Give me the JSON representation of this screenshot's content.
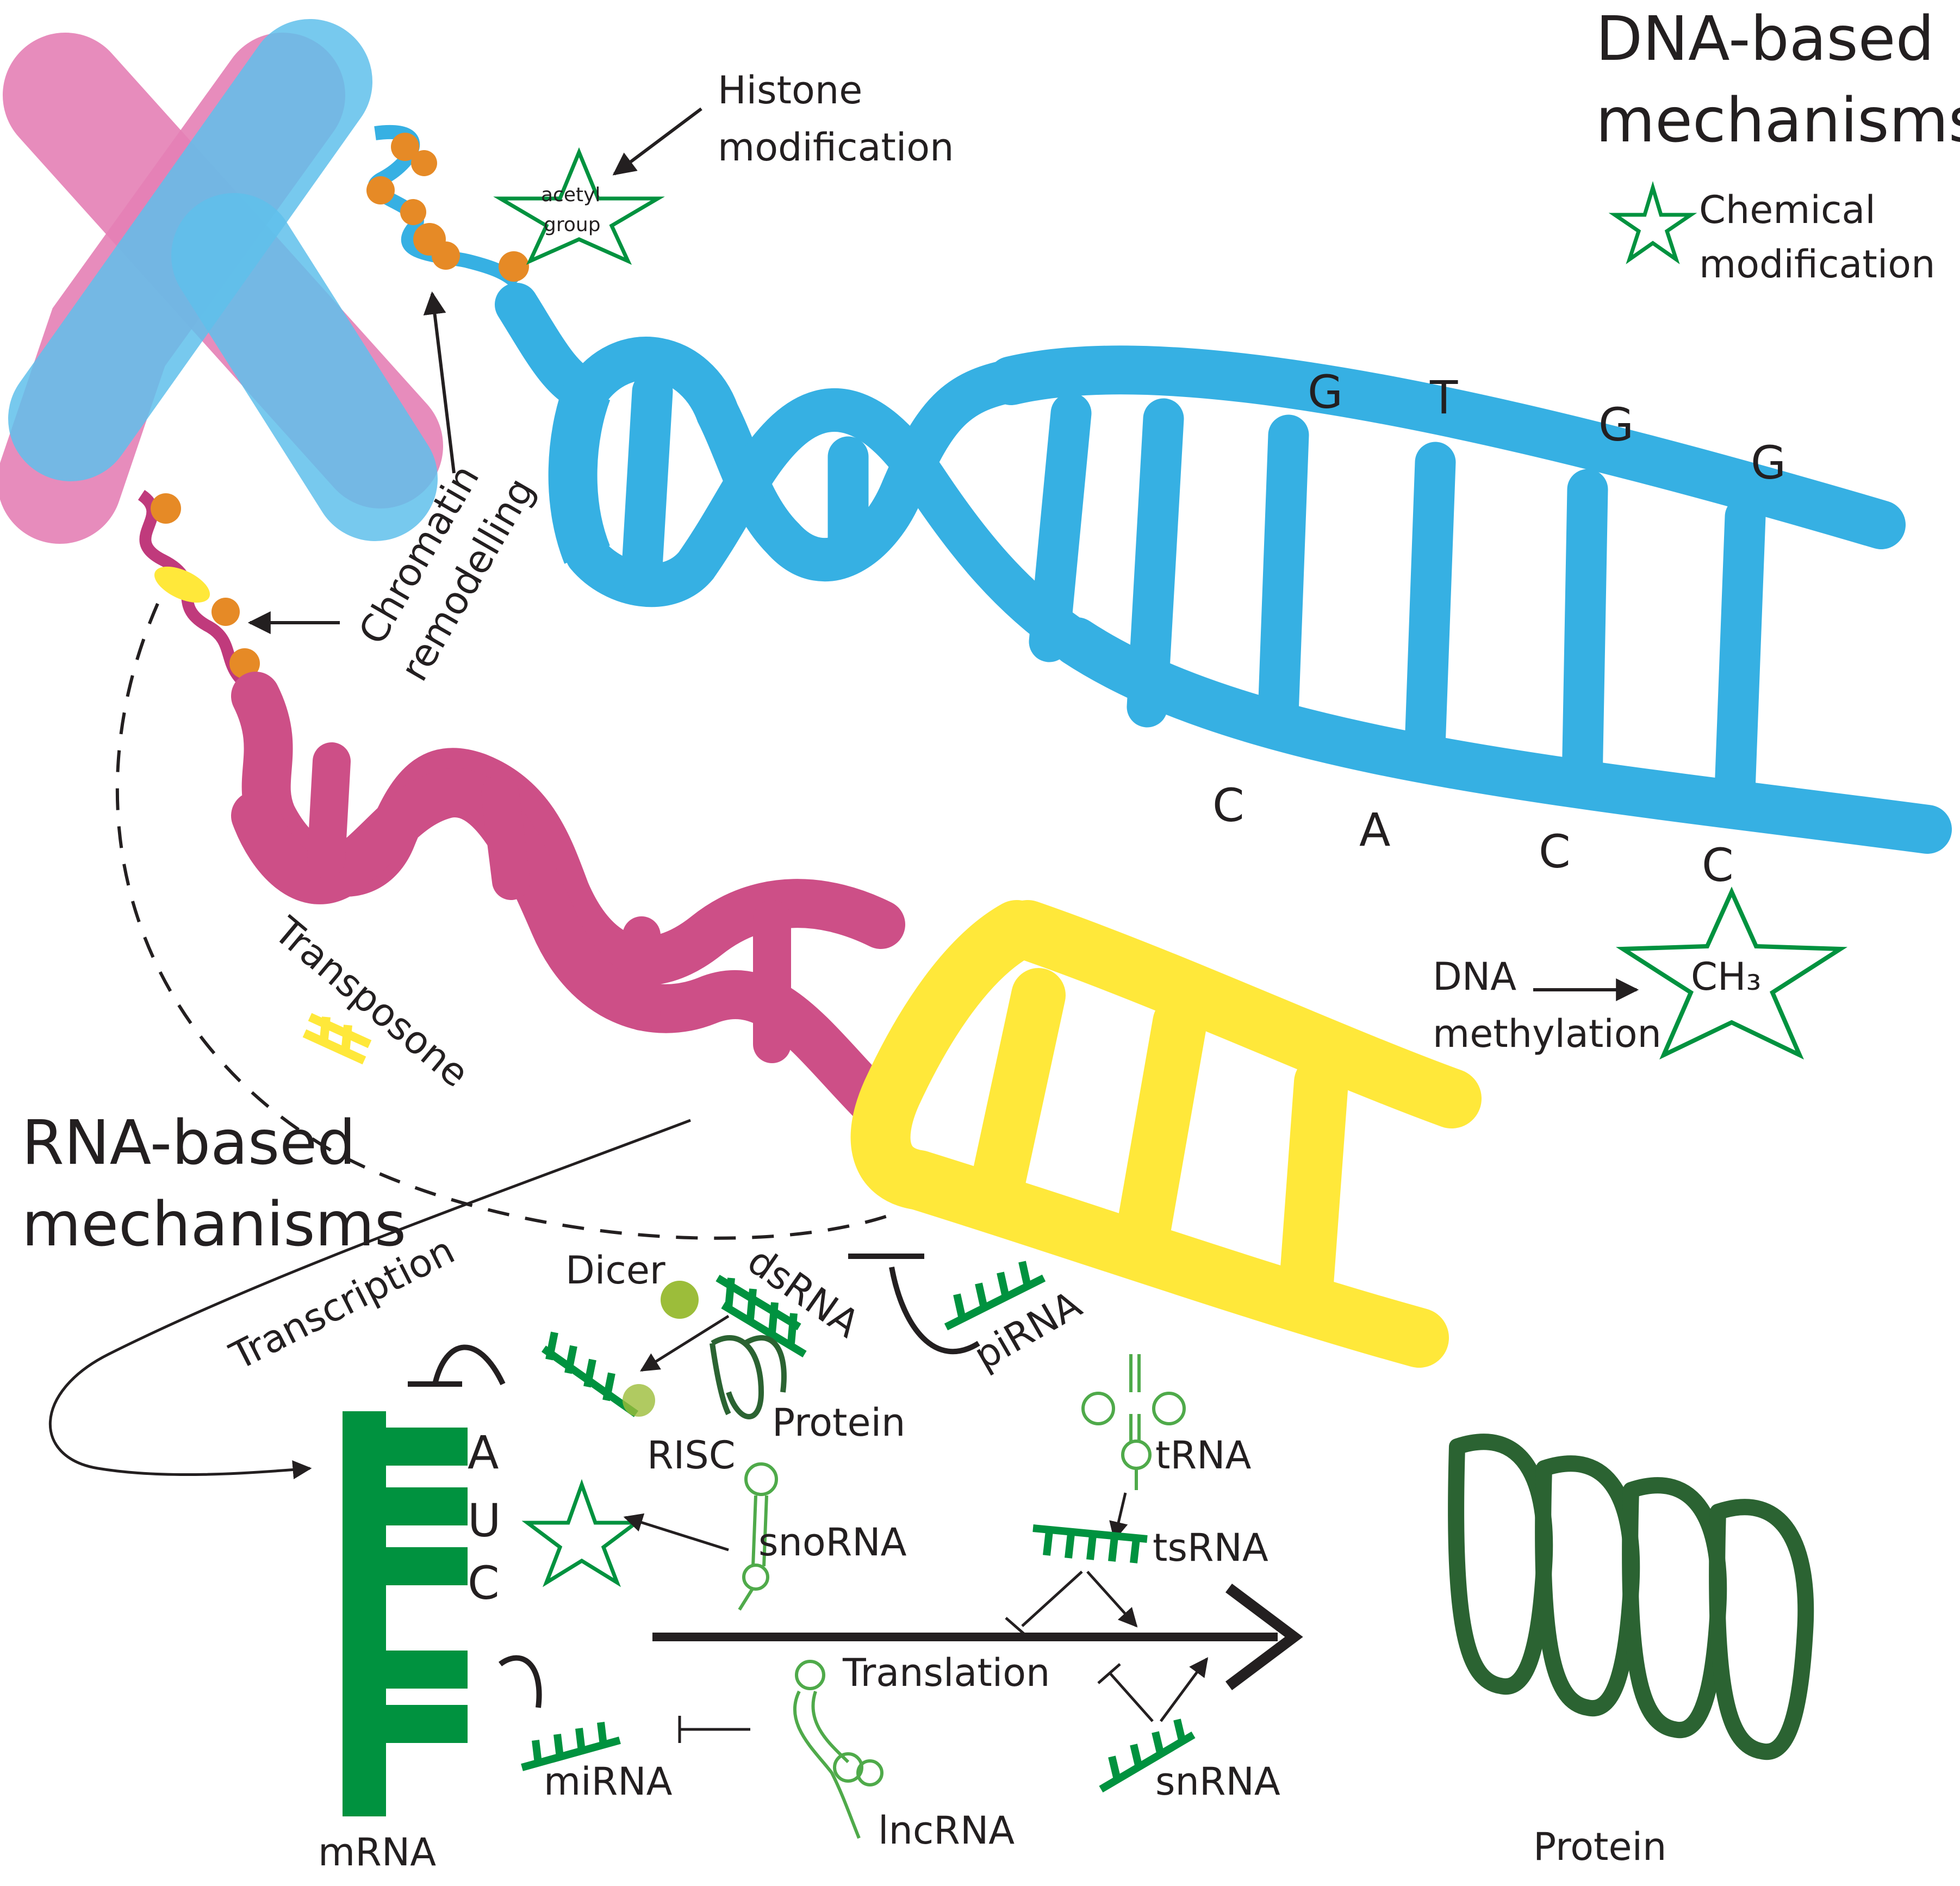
{
  "titles": {
    "dna_line1": "DNA-based",
    "dna_line2": "mechanisms",
    "rna_line1": "RNA-based",
    "rna_line2": "mechanisms"
  },
  "legend": {
    "chemical_line1": "Chemical",
    "chemical_line2": "modification"
  },
  "labels": {
    "histone_line1": "Histone",
    "histone_line2": "modification",
    "acetyl_line1": "acetyl",
    "acetyl_line2": "group",
    "chromatin_line1": "Chromatin",
    "chromatin_line2": "remodelling",
    "transposone": "Transposone",
    "dna_methylation_line1": "DNA",
    "dna_methylation_line2": "methylation",
    "ch3": "CH₃",
    "transcription": "Transcription",
    "dicer": "Dicer",
    "dsrna": "dsRNA",
    "pirna": "piRNA",
    "protein_small": "Protein",
    "risc": "RISC",
    "snorna": "snoRNA",
    "trna": "tRNA",
    "tsrna": "tsRNA",
    "translation": "Translation",
    "mirna": "miRNA",
    "lncrna": "lncRNA",
    "snrna": "snRNA",
    "mrna": "mRNA",
    "protein": "Protein"
  },
  "bases": {
    "top": [
      "G",
      "T",
      "G",
      "G"
    ],
    "bottom": [
      "C",
      "A",
      "C",
      "C"
    ],
    "mrna": [
      "A",
      "U",
      "C"
    ]
  },
  "colors": {
    "dna_blue": "#36b0e3",
    "dna_pink": "#cd4f87",
    "chromosome_pink": "#e47fb5",
    "chromosome_blue": "#5fc0eb",
    "transposon_yellow": "#ffe83a",
    "histone_orange": "#e68a26",
    "rna_green": "#00923f",
    "protein_green": "#2b6332",
    "light_green": "#4faa4a",
    "dicer_green": "#9cbd3a"
  }
}
